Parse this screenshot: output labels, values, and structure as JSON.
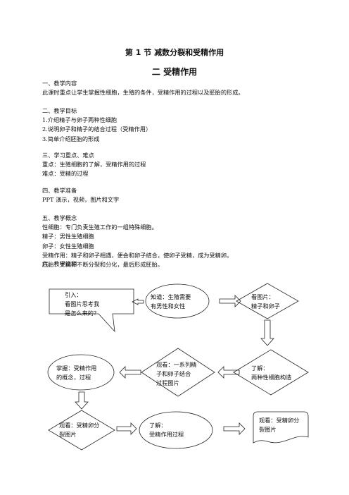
{
  "title": "第 1 节  减数分裂和受精作用",
  "subtitle": "二  受精作用",
  "sections": [
    {
      "heading": "一、教学内容",
      "lines": [
        "此课时重点让学生掌握性细胞，生殖的条件，受精作用的过程以及胚胎的形成。"
      ]
    },
    {
      "heading": "二、教学目标",
      "lines": [
        "1.介绍精子与卵子两种性细胞",
        "2.说明卵子和精子的结合过程（受精作用）",
        "3.简单介绍胚胎的形成"
      ]
    },
    {
      "heading": "三、学习重点、难点",
      "lines": [
        "重点：生殖细胞的了解，受精作用的过程",
        "难点：受精的过程"
      ]
    },
    {
      "heading": "四、教学准备",
      "lines": [
        "PPT 演示，视频，图片和文字"
      ]
    },
    {
      "heading": "五、教学概念",
      "lines": [
        "性细胞：专门负责生殖工作的一组特殊细胞。",
        "精子：男性生殖细胞",
        "卵子：女性生殖细胞",
        "受精作用：精子和卵子相遇，便会和卵子结合，使卵子受精，成为受精卵。",
        "胚胎：受精卵不断分裂和分化，最后形成胚胎。"
      ]
    },
    {
      "heading": "六、教学流程",
      "lines": []
    }
  ],
  "flow": {
    "n1": [
      "引入：",
      "看图片思考我",
      "是怎么来的？"
    ],
    "n2": [
      "知道：生殖需要",
      "有男性和女性"
    ],
    "n3": [
      "看图片：",
      "精子和卵子"
    ],
    "n4": [
      "掌握：受精作用",
      "的概念，过程"
    ],
    "n5": [
      "观看：一系列精",
      "子和卵子结合",
      "过程图片"
    ],
    "n6": [
      "了解：",
      "两种性细胞构造"
    ],
    "n7": [
      "观看：受精卵分",
      "裂图片"
    ],
    "n8": [
      "了解：",
      "受精作用过程"
    ],
    "n9": [
      "观看：受精卵分",
      "裂图片"
    ]
  }
}
